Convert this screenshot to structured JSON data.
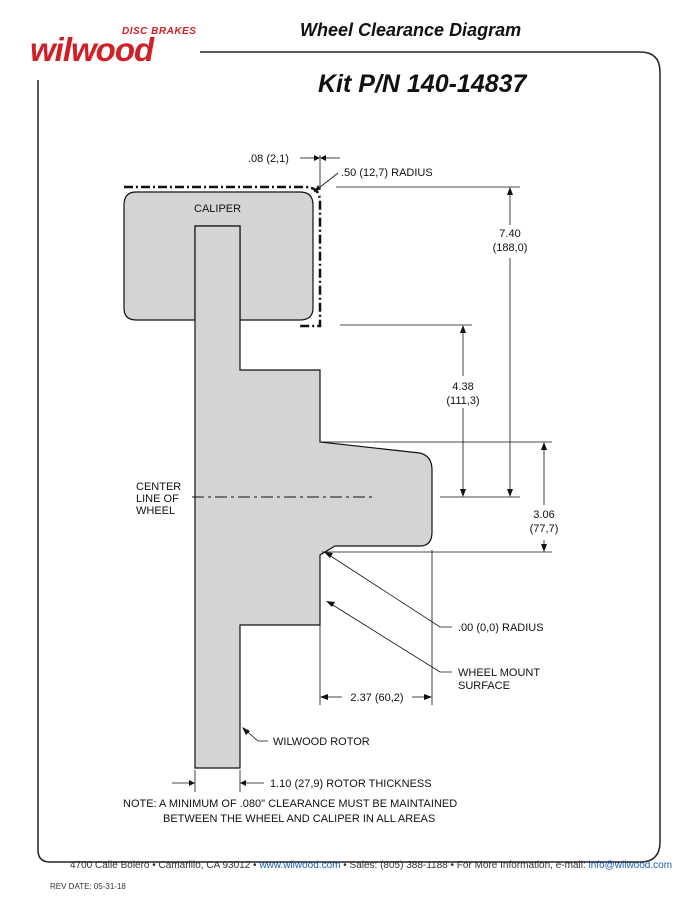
{
  "brand": {
    "tagline": "DISC BRAKES",
    "name": "wilwood"
  },
  "header": {
    "title": "Wheel Clearance Diagram",
    "kit": "Kit P/N 140-14837"
  },
  "labels": {
    "caliper": "CALIPER",
    "center_line_1": "CENTER",
    "center_line_2": "LINE OF",
    "center_line_3": "WHEEL",
    "clearance_gap": ".08 (2,1)",
    "corner_radius": ".50 (12,7) RADIUS",
    "dim_740_a": "7.40",
    "dim_740_b": "(188,0)",
    "dim_438_a": "4.38",
    "dim_438_b": "(111,3)",
    "dim_306_a": "3.06",
    "dim_306_b": "(77,7)",
    "zero_radius": ".00 (0,0) RADIUS",
    "wheel_mount_1": "WHEEL MOUNT",
    "wheel_mount_2": "SURFACE",
    "dim_237": "2.37 (60,2)",
    "rotor": "WILWOOD ROTOR",
    "rotor_thickness": "1.10 (27,9) ROTOR THICKNESS",
    "note_1": "NOTE: A MINIMUM OF .080\" CLEARANCE MUST BE MAINTAINED",
    "note_2": "BETWEEN THE WHEEL AND CALIPER IN ALL AREAS"
  },
  "footer": {
    "address": "4700 Calle Bolero • Camarillo, CA 93012 • ",
    "website": "www.wilwood.com",
    "sales": " • Sales: (805) 388-1188 • For More Information, e-mail: ",
    "email": "info@wilwood.com",
    "rev_date": "REV DATE:  05-31-18"
  },
  "colors": {
    "brand_red": "#d11f26",
    "fill_gray": "#d4d4d4",
    "link_blue": "#1b5db5"
  }
}
